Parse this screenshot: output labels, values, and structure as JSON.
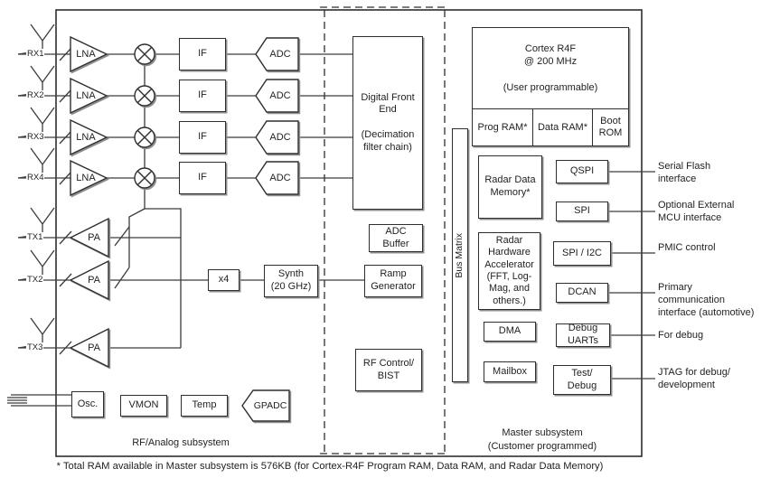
{
  "blocks": {
    "lna": "LNA",
    "pa": "PA",
    "if": "IF",
    "adc": "ADC",
    "gpadc": "GPADC",
    "x4": "x4",
    "synth": "Synth\n(20 GHz)",
    "ramp": "Ramp\nGenerator",
    "adc_buffer": "ADC\nBuffer",
    "dfe": "Digital Front\nEnd\n\n(Decimation\nfilter chain)",
    "rf_control": "RF Control/\nBIST",
    "bus_matrix": "Bus Matrix",
    "cortex": "Cortex R4F\n@ 200 MHz\n\n(User programmable)",
    "prog_ram": "Prog RAM*",
    "data_ram": "Data RAM*",
    "boot_rom": "Boot\nROM",
    "radar_data_memory": "Radar Data\nMemory*",
    "radar_hwa": "Radar\nHardware\nAccelerator\n(FFT, Log-\nMag, and\nothers.)",
    "dma": "DMA",
    "mailbox": "Mailbox",
    "qspi": "QSPI",
    "spi": "SPI",
    "spi_i2c": "SPI / I2C",
    "dcan": "DCAN",
    "debug_uarts": "Debug\nUARTs",
    "test_debug": "Test/\nDebug",
    "osc": "Osc.",
    "vmon": "VMON",
    "temp": "Temp"
  },
  "ports": {
    "rx": [
      "RX1",
      "RX2",
      "RX3",
      "RX4"
    ],
    "tx": [
      "TX1",
      "TX2",
      "TX3"
    ]
  },
  "external_labels": {
    "serial_flash": "Serial Flash\ninterface",
    "mcu": "Optional External\nMCU interface",
    "pmic": "PMIC control",
    "primary_comm": "Primary communication\ninterface (automotive)",
    "for_debug": "For debug",
    "jtag": "JTAG for debug/\ndevelopment"
  },
  "subsystems": {
    "rf_analog": "RF/Analog subsystem",
    "master": "Master subsystem\n(Customer programmed)"
  },
  "footnote": "* Total RAM available in Master subsystem is 576KB (for Cortex-R4F Program RAM, Data RAM, and Radar Data Memory)",
  "colors": {
    "line": "#3c3c3c",
    "text": "#1f1f1f",
    "shadow": "#8f8f8f",
    "background": "#ffffff"
  }
}
